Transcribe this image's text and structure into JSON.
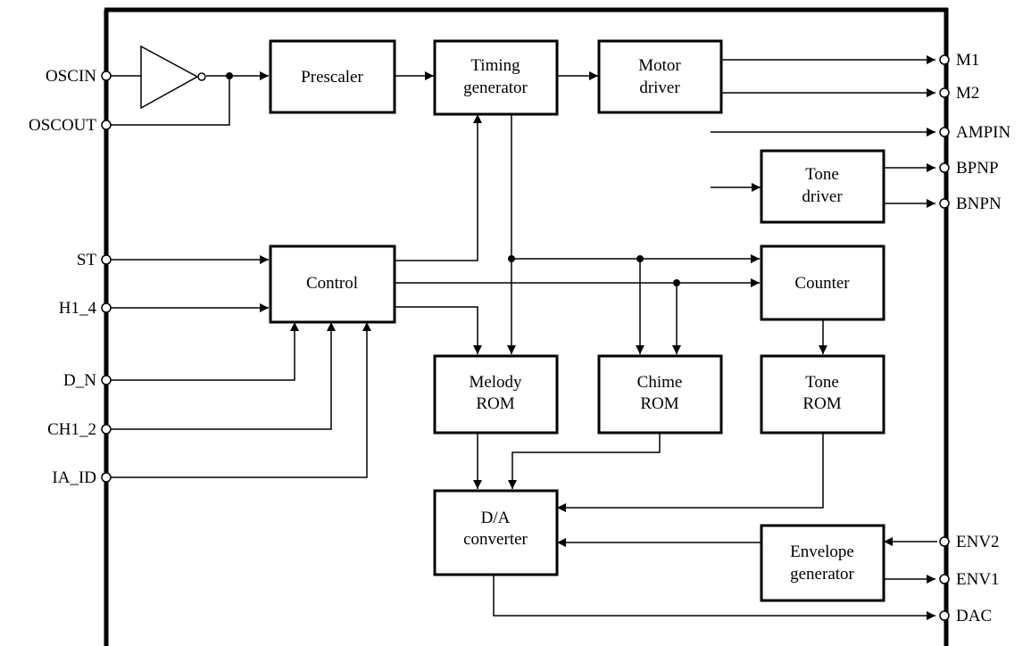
{
  "blocks": {
    "prescaler": [
      "Prescaler"
    ],
    "timing_generator": [
      "Timing",
      "generator"
    ],
    "motor_driver": [
      "Motor",
      "driver"
    ],
    "tone_driver": [
      "Tone",
      "driver"
    ],
    "control": [
      "Control"
    ],
    "counter": [
      "Counter"
    ],
    "melody_rom": [
      "Melody",
      "ROM"
    ],
    "chime_rom": [
      "Chime",
      "ROM"
    ],
    "tone_rom": [
      "Tone",
      "ROM"
    ],
    "da_converter": [
      "D/A",
      "converter"
    ],
    "envelope_generator": [
      "Envelope",
      "generator"
    ]
  },
  "pins_left": [
    "OSCIN",
    "OSCOUT",
    "ST",
    "H1_4",
    "D_N",
    "CH1_2",
    "IA_ID"
  ],
  "pins_right": [
    "M1",
    "M2",
    "AMPIN",
    "BPNP",
    "BNPN",
    "ENV2",
    "ENV1",
    "DAC"
  ]
}
